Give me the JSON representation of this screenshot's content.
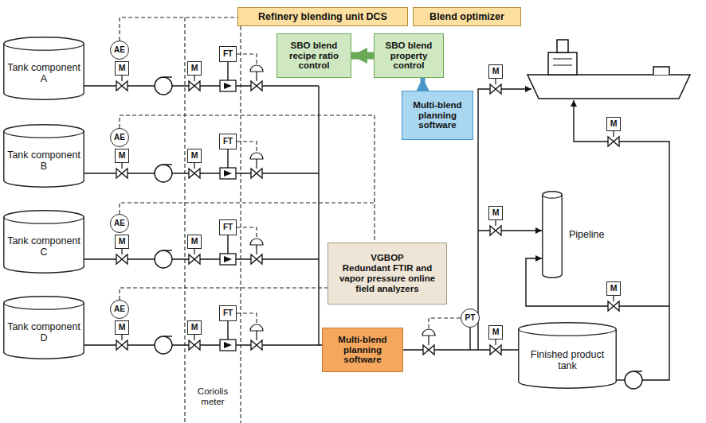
{
  "diagram": {
    "nodes": [
      {
        "text": [
          "Refinery blending unit DCS"
        ]
      },
      {
        "text": [
          "Blend optimizer"
        ]
      },
      {
        "text": [
          "Tank component A"
        ]
      },
      {
        "text": [
          "AE"
        ]
      },
      {
        "text": [
          "M"
        ]
      },
      {
        "text": [
          "M"
        ]
      },
      {
        "text": [
          "FT"
        ]
      },
      {
        "text": [
          "SBO blend recipe ratio control"
        ]
      },
      {
        "text": [
          "SBO blend property control"
        ]
      },
      {
        "text": [
          "M"
        ]
      },
      {
        "text": [
          "Multi-blend planning software"
        ]
      },
      {
        "text": [
          "M"
        ]
      },
      {
        "text": [
          "Tank component B"
        ]
      },
      {
        "text": [
          "AE"
        ]
      },
      {
        "text": [
          "M"
        ]
      },
      {
        "text": [
          "M"
        ]
      },
      {
        "text": [
          "FT"
        ]
      },
      {
        "text": [
          "M"
        ]
      },
      {
        "text": [
          "Pipeline"
        ]
      },
      {
        "text": [
          "M"
        ]
      },
      {
        "text": [
          "Tank component C"
        ]
      },
      {
        "text": [
          "AE"
        ]
      },
      {
        "text": [
          "M"
        ]
      },
      {
        "text": [
          "M"
        ]
      },
      {
        "text": [
          "FT"
        ]
      },
      {
        "text": [
          "VGBOP",
          "Redundant FTIR and vapor pressure online field analyzers"
        ]
      },
      {
        "text": [
          "Tank component D"
        ]
      },
      {
        "text": [
          "AE"
        ]
      },
      {
        "text": [
          "M"
        ]
      },
      {
        "text": [
          "M"
        ]
      },
      {
        "text": [
          "FT"
        ]
      },
      {
        "text": [
          "Multi-blend planning software"
        ]
      },
      {
        "text": [
          "PT"
        ]
      },
      {
        "text": [
          "M"
        ]
      },
      {
        "text": [
          "Finished product tank"
        ]
      }
    ],
    "edges": [
      {
        "from": 10,
        "to": 8,
        "arrow": "to"
      },
      {
        "from": 8,
        "to": 7,
        "arrow": "to"
      }
    ],
    "labels": [
      "Coriolis meter"
    ]
  }
}
